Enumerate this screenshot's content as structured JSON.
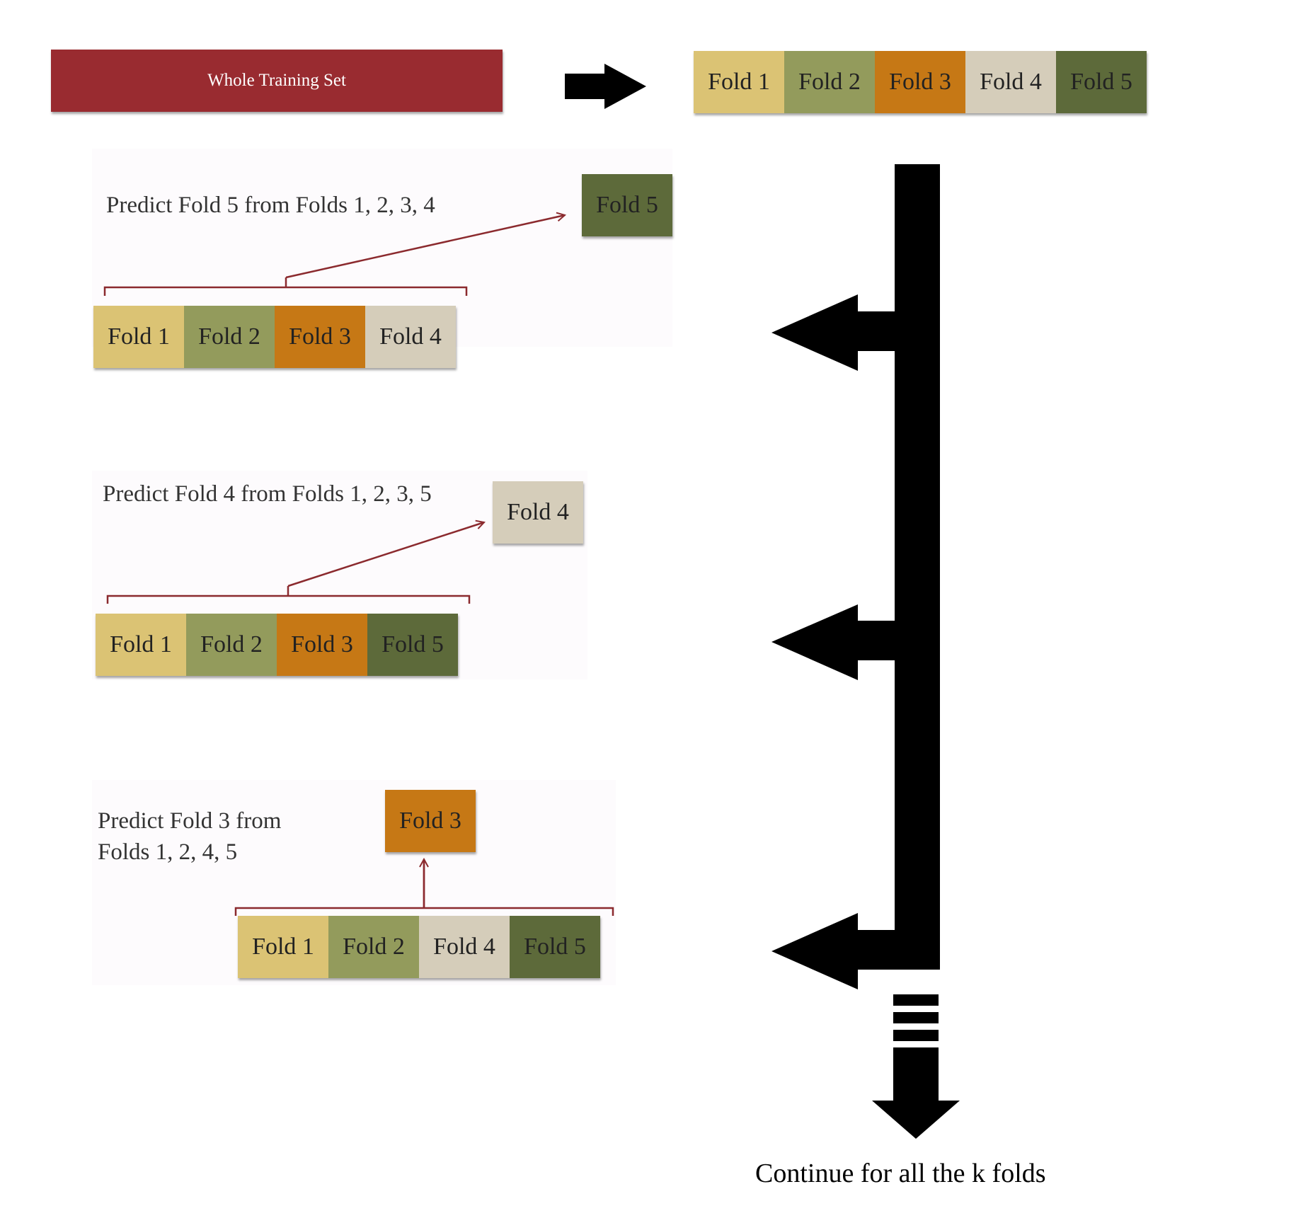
{
  "whole_training_set": "Whole Training Set",
  "colors": {
    "fold1": "#dbc374",
    "fold2": "#939b5c",
    "fold3": "#c67815",
    "fold4": "#d5cdba",
    "fold5": "#5d6a3a",
    "whole": "#992b30",
    "bracket": "#8b2a2e"
  },
  "top_folds": [
    "Fold 1",
    "Fold 2",
    "Fold 3",
    "Fold 4",
    "Fold 5"
  ],
  "steps": [
    {
      "caption": "Predict Fold 5 from Folds 1, 2, 3, 4",
      "target": "Fold 5",
      "train": [
        "Fold 1",
        "Fold 2",
        "Fold 3",
        "Fold 4"
      ]
    },
    {
      "caption": "Predict Fold 4 from Folds 1, 2, 3, 5",
      "target": "Fold 4",
      "train": [
        "Fold 1",
        "Fold 2",
        "Fold 3",
        "Fold 5"
      ]
    },
    {
      "caption": "Predict Fold 3 from\nFolds 1, 2, 4, 5",
      "target": "Fold 3",
      "train": [
        "Fold 1",
        "Fold 2",
        "Fold 4",
        "Fold 5"
      ]
    }
  ],
  "continue_caption": "Continue for all the k folds"
}
